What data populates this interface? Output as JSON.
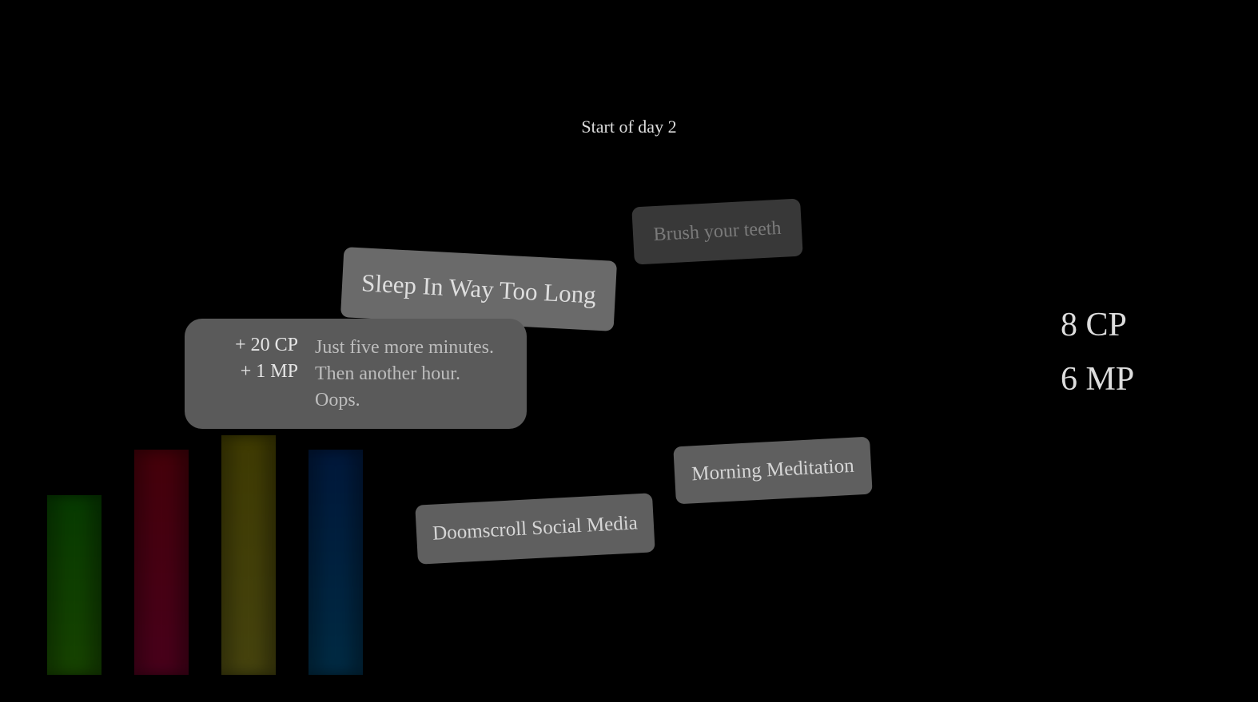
{
  "header": {
    "title": "Start of day 2"
  },
  "cards": [
    {
      "label": "Brush your teeth",
      "state": "disabled"
    },
    {
      "label": "Sleep In Way Too Long",
      "state": "hovered"
    },
    {
      "label": "Morning Meditation",
      "state": "available"
    },
    {
      "label": "Doomscroll Social Media",
      "state": "available"
    }
  ],
  "tooltip": {
    "effects": [
      "+ 20 CP",
      "+ 1 MP"
    ],
    "description": [
      "Just five more minutes.",
      "Then another hour.",
      "Oops."
    ]
  },
  "stats": {
    "cp": "8 CP",
    "mp": "6 MP"
  },
  "bars": [
    {
      "name": "green",
      "color": "#2a7a00",
      "level": 0.75
    },
    {
      "name": "red",
      "color": "#840032",
      "level": 0.94
    },
    {
      "name": "yellow",
      "color": "#7e7a1a",
      "level": 1.0
    },
    {
      "name": "blue",
      "color": "#004e7a",
      "level": 0.94
    }
  ]
}
